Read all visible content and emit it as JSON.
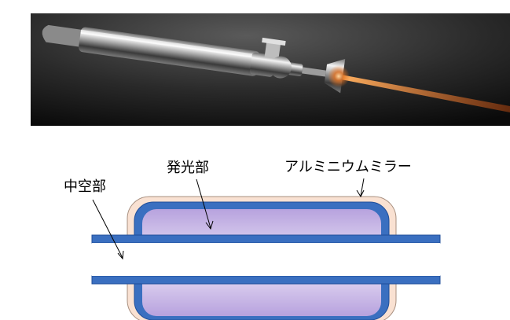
{
  "labels": {
    "light_emitting_part": "発光部",
    "aluminum_mirror": "アルミニウムミラー",
    "hollow_part": "中空部"
  },
  "colors": {
    "mirror_fill": "#f9e1d2",
    "mirror_stroke": "#a89080",
    "tube_wall": "#3a6fc0",
    "tube_wall_stroke": "#1f4e9a",
    "emitter_fill": "#c9b7e8",
    "emitter_fill_light": "#ede6f7",
    "hollow_fill": "#ffffff"
  },
  "photo": {
    "subject": "lamp-photo",
    "background": "#111111",
    "beam_color": "#e07020"
  }
}
